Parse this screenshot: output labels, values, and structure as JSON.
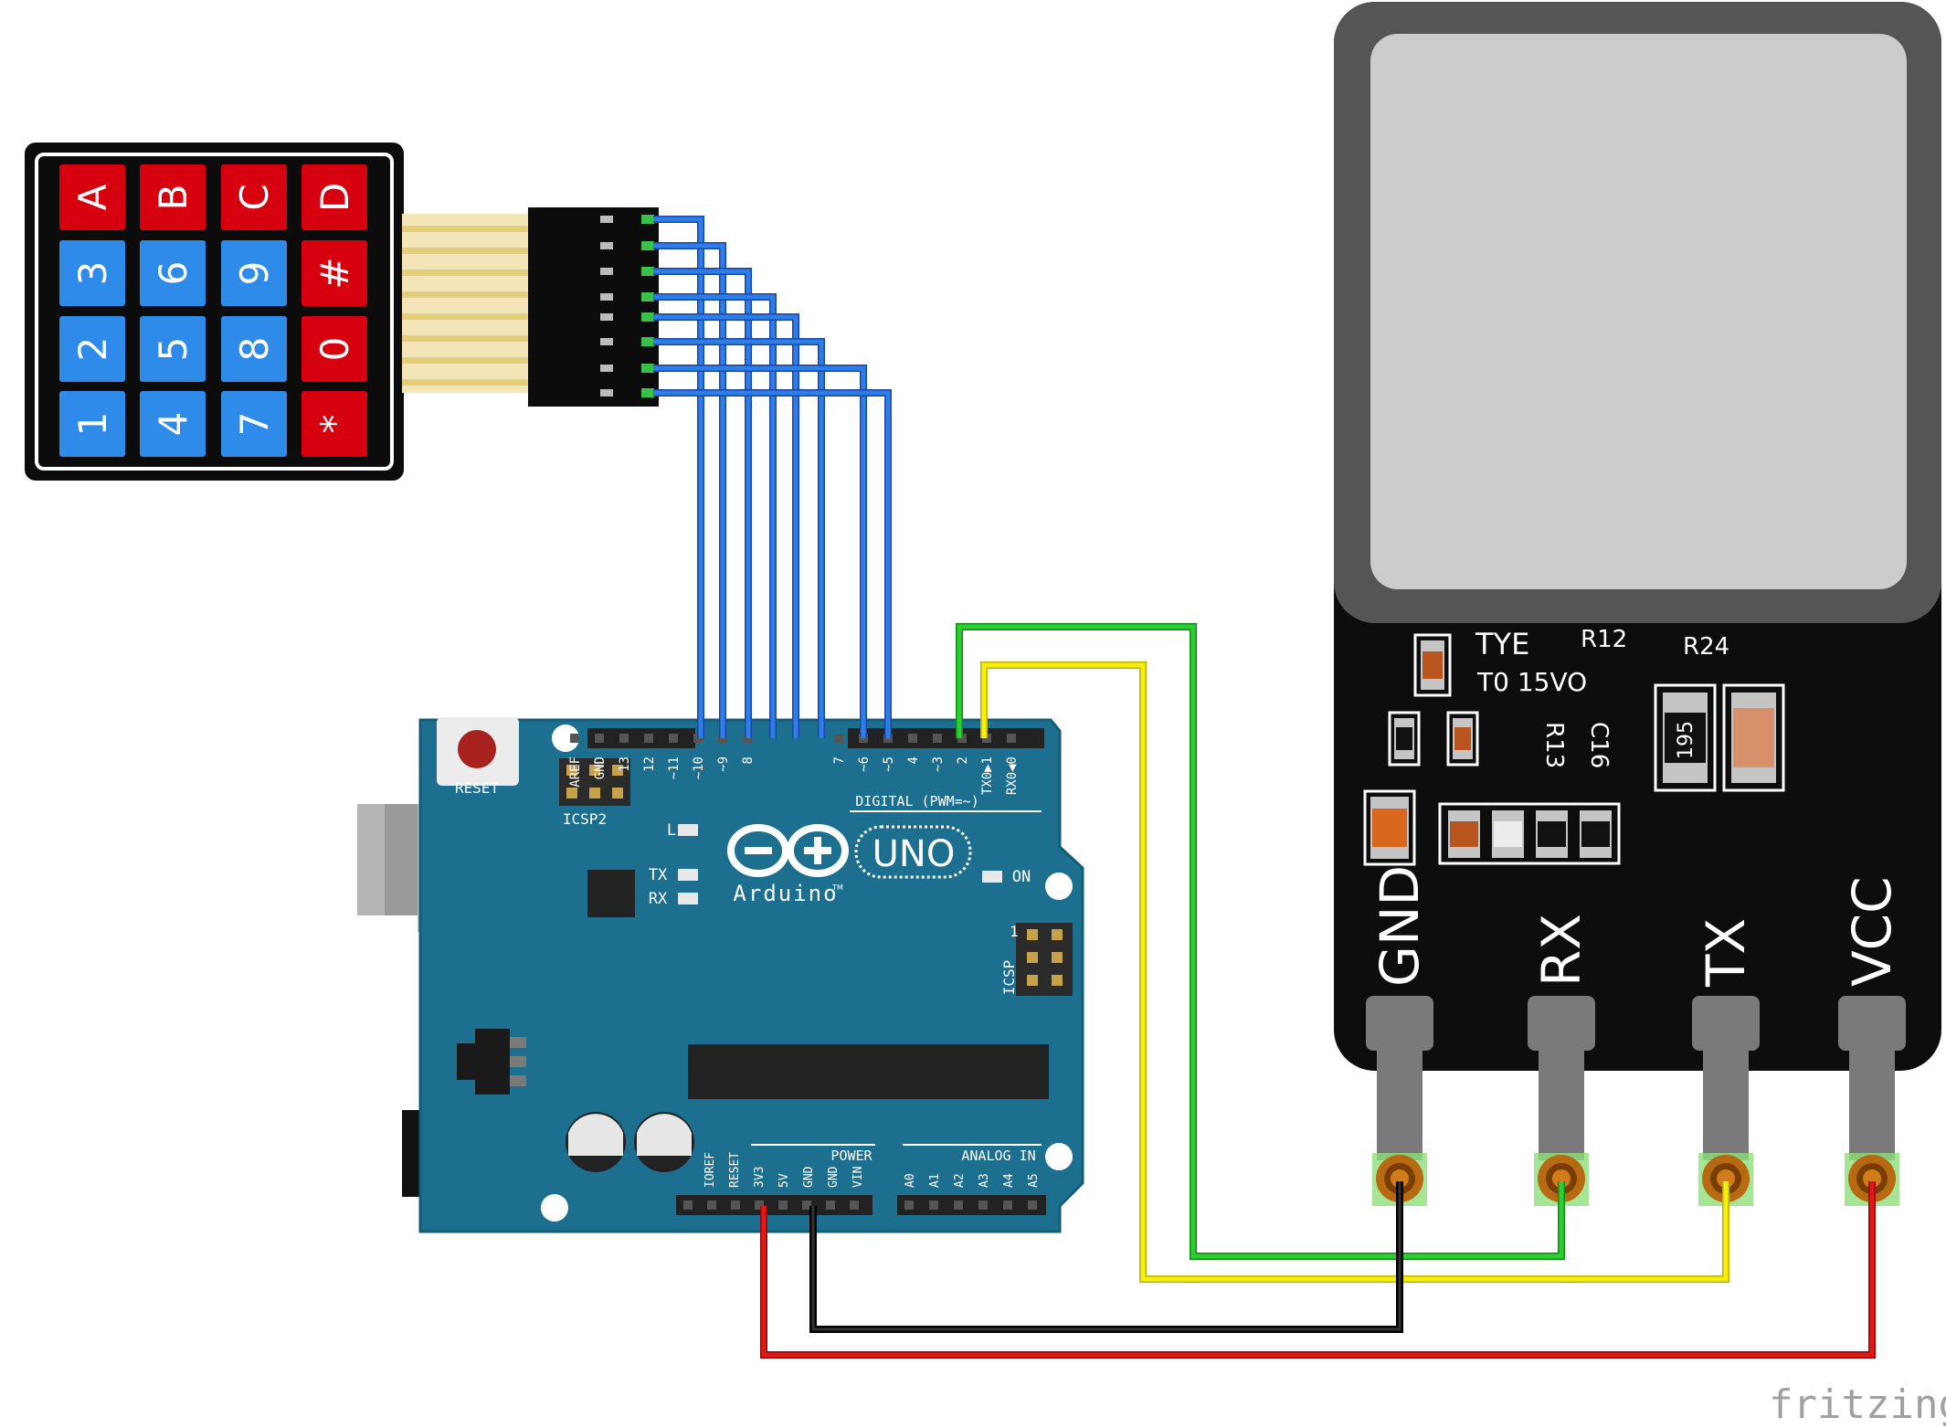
{
  "keypad": {
    "keys": [
      [
        "A",
        "B",
        "C",
        "D"
      ],
      [
        "3",
        "6",
        "9",
        "#"
      ],
      [
        "2",
        "5",
        "8",
        "0"
      ],
      [
        "1",
        "4",
        "7",
        "*"
      ]
    ],
    "key_colors": [
      [
        "red",
        "red",
        "red",
        "red"
      ],
      [
        "blue",
        "blue",
        "blue",
        "red"
      ],
      [
        "blue",
        "blue",
        "blue",
        "red"
      ],
      [
        "blue",
        "blue",
        "blue",
        "red"
      ]
    ]
  },
  "arduino": {
    "reset_label": "RESET",
    "icsp2_label": "ICSP2",
    "icsp_label": "ICSP",
    "icsp_pin1": "1",
    "led_l": "L",
    "led_tx": "TX",
    "led_rx": "RX",
    "on_label": "ON",
    "logo_text": "UNO",
    "brand": "Arduino",
    "tm": "TM",
    "digital_label": "DIGITAL (PWM=~)",
    "power_label": "POWER",
    "analog_label": "ANALOG IN",
    "top_pins": [
      "AREF",
      "GND",
      "13",
      "12",
      "~11",
      "~10",
      "~9",
      "8",
      "7",
      "~6",
      "~5",
      "4",
      "~3",
      "2",
      "TX0▶1",
      "RX0◀0"
    ],
    "power_pins": [
      "IOREF",
      "RESET",
      "3V3",
      "5V",
      "GND",
      "GND",
      "VIN"
    ],
    "analog_pins": [
      "A0",
      "A1",
      "A2",
      "A3",
      "A4",
      "A5"
    ]
  },
  "sensor": {
    "lines": [
      "TYE",
      "T0 15VO",
      "R12",
      "R24",
      "R13",
      "C16",
      "195"
    ],
    "pins": [
      "GND",
      "RX",
      "TX",
      "VCC"
    ]
  },
  "watermark": "fritzing",
  "colors": {
    "keypad_red": "#d7000f",
    "keypad_blue": "#2f8be9",
    "wire_blue": "#2b6fd6",
    "wire_green": "#1fb82a",
    "wire_yellow": "#f0ea00",
    "wire_red": "#d10f0f",
    "wire_black": "#1a1a1a",
    "board_teal": "#1d6f90",
    "sensor_body": "#0d0d0d",
    "sensor_window": "#cccccc"
  }
}
